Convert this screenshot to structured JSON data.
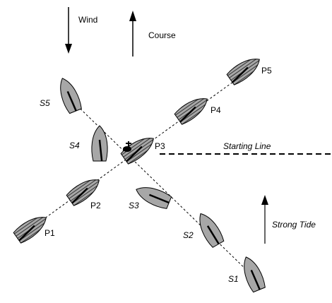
{
  "legend": {
    "wind": "Wind",
    "course": "Course",
    "starting_line": "Starting Line",
    "strong_tide": "Strong Tide"
  },
  "port_boats": {
    "labels": [
      "P1",
      "P2",
      "P3",
      "P4",
      "P5"
    ],
    "style": "hatched"
  },
  "starboard_boats": {
    "labels": [
      "S1",
      "S2",
      "S3",
      "S4",
      "S5"
    ],
    "style": "solid-grey"
  },
  "colors": {
    "hull_fill": "#a7a7a7",
    "hatch_line": "#333333",
    "outline": "#000000",
    "background": "#ffffff"
  }
}
